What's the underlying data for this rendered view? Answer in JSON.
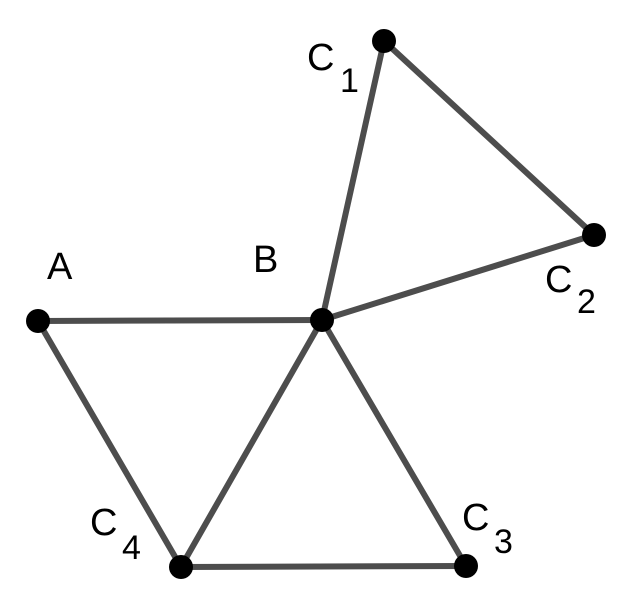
{
  "colors": {
    "edge": "#4d4d4d",
    "node": "#000000",
    "background": "#ffffff"
  },
  "nodes": [
    {
      "id": "A",
      "label_main": "A",
      "label_sub": ""
    },
    {
      "id": "B",
      "label_main": "B",
      "label_sub": ""
    },
    {
      "id": "C1",
      "label_main": "C",
      "label_sub": "1"
    },
    {
      "id": "C2",
      "label_main": "C",
      "label_sub": "2"
    },
    {
      "id": "C3",
      "label_main": "C",
      "label_sub": "3"
    },
    {
      "id": "C4",
      "label_main": "C",
      "label_sub": "4"
    }
  ],
  "edges": [
    [
      "A",
      "B"
    ],
    [
      "A",
      "C4"
    ],
    [
      "B",
      "C1"
    ],
    [
      "B",
      "C2"
    ],
    [
      "C1",
      "C2"
    ],
    [
      "B",
      "C3"
    ],
    [
      "B",
      "C4"
    ],
    [
      "C4",
      "C3"
    ]
  ]
}
